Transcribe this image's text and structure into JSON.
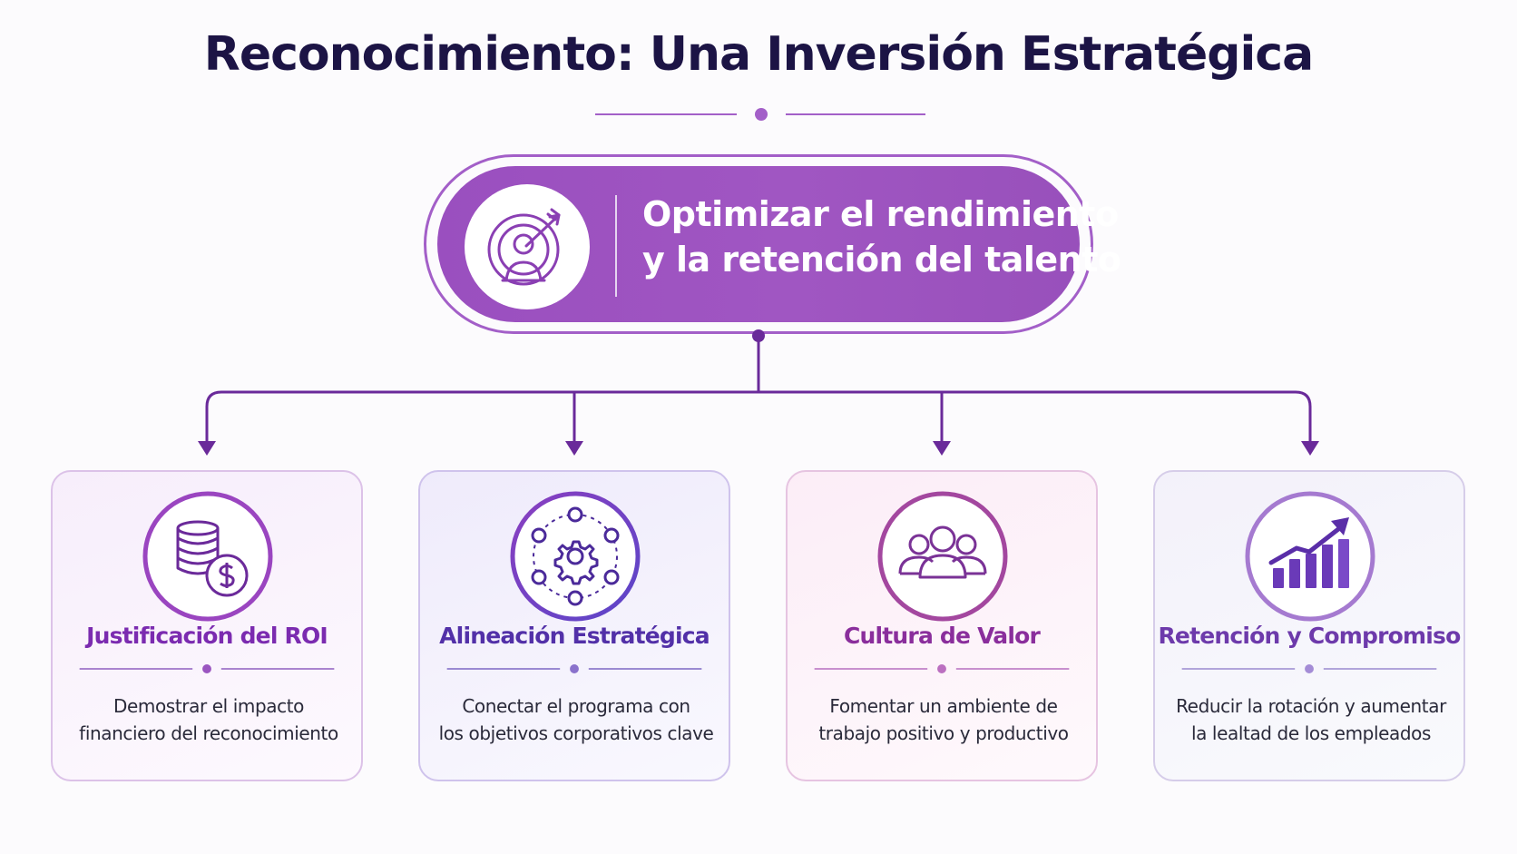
{
  "title": "Reconocimiento: Una Inversión Estratégica",
  "colors": {
    "primary_purple": "#9a4fbf",
    "dark_navy": "#1c1445",
    "connector": "#6a2a9a"
  },
  "hero": {
    "icon": "target-arrow-person-icon",
    "line1": "Optimizar el rendimiento",
    "line2": "y la retención del talento"
  },
  "cards": [
    {
      "icon": "coins-dollar-icon",
      "title": "Justificación del ROI",
      "desc_line1": "Demostrar el impacto",
      "desc_line2": "financiero del reconocimiento"
    },
    {
      "icon": "gear-network-icon",
      "title": "Alineación Estratégica",
      "desc_line1": "Conectar el programa con",
      "desc_line2": "los objetivos corporativos clave"
    },
    {
      "icon": "people-group-icon",
      "title": "Cultura de Valor",
      "desc_line1": "Fomentar un ambiente de",
      "desc_line2": "trabajo positivo y productivo"
    },
    {
      "icon": "growth-chart-icon",
      "title": "Retención y Compromiso",
      "desc_line1": "Reducir la rotación y aumentar",
      "desc_line2": "la lealtad de los empleados"
    }
  ]
}
